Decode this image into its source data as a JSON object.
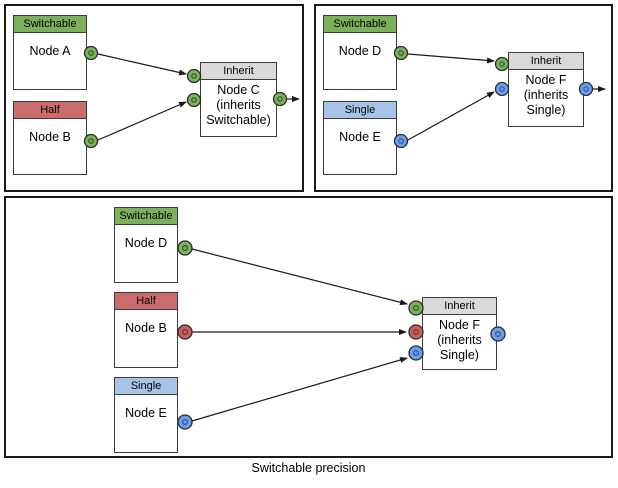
{
  "figure": {
    "caption": "Switchable precision"
  },
  "palette": {
    "switchable_green": "#7CB05C",
    "half_red": "#CC6B6B",
    "single_blue": "#A7C4E6",
    "inherit_gray": "#D9D9D9",
    "port_green": "#7CB05C",
    "port_red": "#C96060",
    "port_blue": "#6D9EEB",
    "edge_black": "#1a1a1a"
  },
  "panels": [
    {
      "name": "top-left",
      "nodes": [
        {
          "header": "Switchable",
          "label": "Node A"
        },
        {
          "header": "Half",
          "label": "Node B"
        },
        {
          "header": "Inherit",
          "label_lines": [
            "Node C",
            "(inherits",
            "Switchable)"
          ]
        }
      ]
    },
    {
      "name": "top-right",
      "nodes": [
        {
          "header": "Switchable",
          "label": "Node D"
        },
        {
          "header": "Single",
          "label": "Node E"
        },
        {
          "header": "Inherit",
          "label_lines": [
            "Node F",
            "(inherits",
            "Single)"
          ]
        }
      ]
    },
    {
      "name": "bottom",
      "nodes": [
        {
          "header": "Switchable",
          "label": "Node D"
        },
        {
          "header": "Half",
          "label": "Node B"
        },
        {
          "header": "Single",
          "label": "Node E"
        },
        {
          "header": "Inherit",
          "label_lines": [
            "Node F",
            "(inherits",
            "Single)"
          ]
        }
      ]
    }
  ]
}
